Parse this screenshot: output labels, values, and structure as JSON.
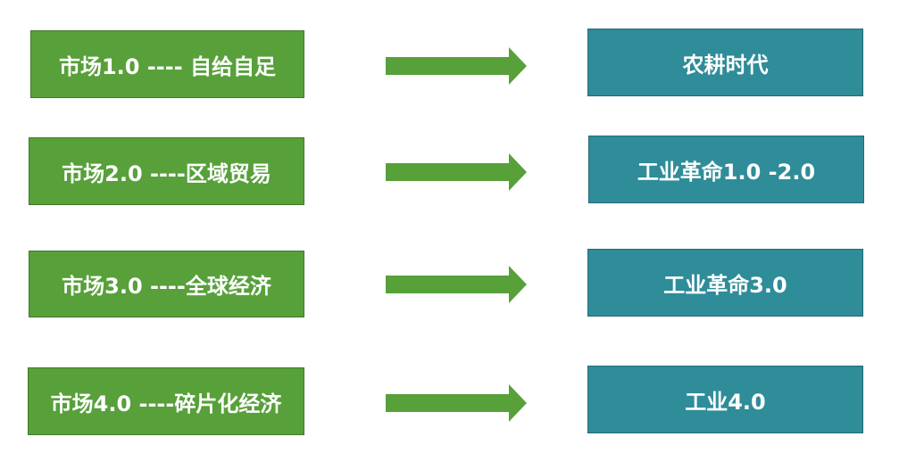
{
  "rows": [
    {
      "left": "市场1.0 ---- 自给自足",
      "right": "农耕时代"
    },
    {
      "left": "市场2.0 ----区域贸易",
      "right": "工业革命1.0 -2.0"
    },
    {
      "left": "市场3.0 ----全球经济",
      "right": "工业革命3.0"
    },
    {
      "left": "市场4.0 ----碎片化经济",
      "right": "工业4.0"
    }
  ],
  "colors": {
    "left_fill": "#57a03a",
    "right_fill": "#2f8c99",
    "arrow_fill": "#57a03a"
  }
}
